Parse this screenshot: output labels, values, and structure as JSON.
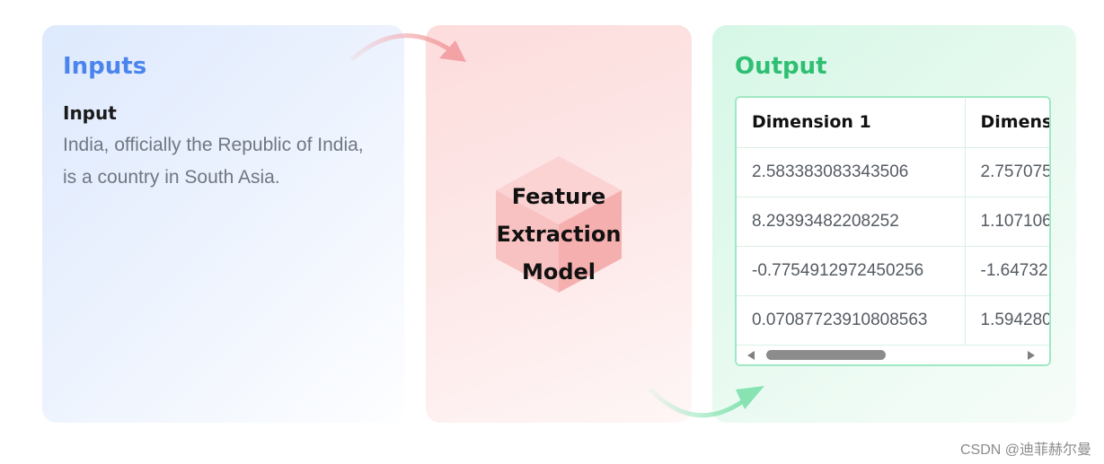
{
  "inputs_panel": {
    "title": "Inputs",
    "input_label": "Input",
    "input_text": "India, officially the Republic of India, is a country in South Asia."
  },
  "model_panel": {
    "label": "Feature Extraction Model"
  },
  "output_panel": {
    "title": "Output",
    "table": {
      "headers": [
        "Dimension 1",
        "Dimensi"
      ],
      "rows": [
        [
          "2.583383083343506",
          "2.757075"
        ],
        [
          "8.29393482208252",
          "1.107106"
        ],
        [
          "-0.7754912972450256",
          "-1.64732"
        ],
        [
          "0.07087723910808563",
          "1.594280"
        ]
      ]
    }
  },
  "watermark": "CSDN @迪菲赫尔曼",
  "colors": {
    "inputs_accent": "#4c84ee",
    "output_accent": "#2fbf72",
    "arrow_top": "#f3a3a6",
    "arrow_bottom": "#87e3b1"
  }
}
